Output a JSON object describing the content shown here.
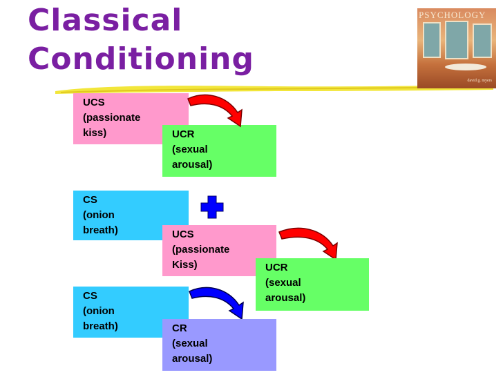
{
  "title": {
    "line1": "Classical",
    "line2": "Conditioning"
  },
  "book_cover": {
    "title": "PSYCHOLOGY",
    "author": "david g. myers"
  },
  "boxes": {
    "ucs1": {
      "text": "UCS\n(passionate\nkiss)"
    },
    "ucr1": {
      "text": "UCR\n(sexual\narousal)"
    },
    "cs1": {
      "text": "CS\n(onion\nbreath)"
    },
    "ucs2": {
      "text": "UCS\n(passionate\nKiss)"
    },
    "ucr2": {
      "text": "UCR\n(sexual\narousal)"
    },
    "cs2": {
      "text": "CS\n(onion\nbreath)"
    },
    "cr": {
      "text": "CR\n(sexual\narousal)"
    }
  },
  "colors": {
    "title": "#7a1fa2",
    "underline": "#f2e63a",
    "pink": "#ff99cc",
    "green": "#66ff66",
    "cyan": "#33ccff",
    "violet": "#9999ff",
    "arrow_red": "#ff0000",
    "arrow_blue": "#0000ff",
    "plus": "#0000ff"
  }
}
